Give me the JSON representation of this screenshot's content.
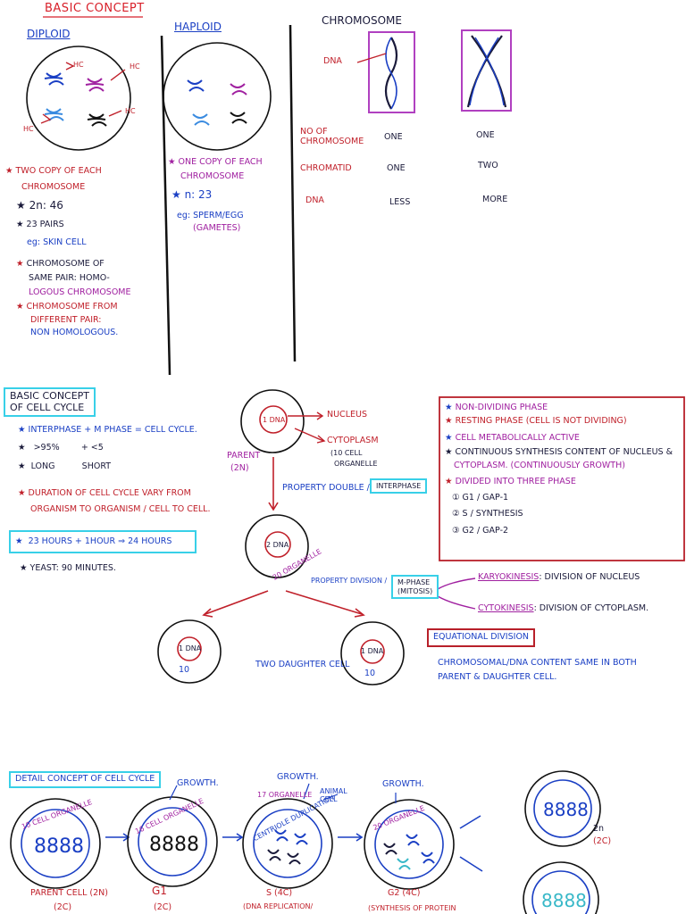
{
  "basic_concept": {
    "title": "BASIC CONCEPT",
    "diploid": {
      "heading": "DIPLOID",
      "hc": "HC",
      "points": [
        "TWO COPY OF EACH",
        "CHROMOSOME",
        "2n: 46",
        "23 PAIRS",
        "eg: SKIN CELL",
        "CHROMOSOME OF",
        "SAME PAIR: HOMO-",
        "LOGOUS CHROMOSOME",
        "CHROMOSOME FROM",
        "DIFFERENT PAIR:",
        "NON HOMOLOGOUS."
      ]
    },
    "haploid": {
      "heading": "HAPLOID",
      "points": [
        "ONE COPY OF EACH",
        "CHROMOSOME",
        "n: 23",
        "eg: SPERM/EGG",
        "(GAMETES)"
      ]
    },
    "chromosome": {
      "heading": "CHROMOSOME",
      "dna_label": "DNA",
      "rows": [
        {
          "label": "NO OF CHROMOSOME",
          "left": "ONE",
          "right": "ONE"
        },
        {
          "label": "CHROMATID",
          "left": "ONE",
          "right": "TWO"
        },
        {
          "label": "DNA",
          "left": "LESS",
          "right": "MORE"
        }
      ]
    }
  },
  "cell_cycle_basic": {
    "title_line1": "BASIC CONCEPT",
    "title_line2": "OF CELL CYCLE",
    "formula": "INTERPHASE + M PHASE = CELL CYCLE.",
    "percent_left": ">95%",
    "percent_right": "+ <5",
    "long": "LONG",
    "short": "SHORT",
    "duration_1": "DURATION OF CELL CYCLE VARY FROM",
    "duration_2": "ORGANISM TO ORGANISM / CELL TO CELL.",
    "hours": "23 HOURS + 1HOUR ⇒ 24 HOURS",
    "yeast": "YEAST: 90 MINUTES.",
    "parent_dna": "1 DNA",
    "nucleus": "NUCLEUS",
    "cytoplasm": "CYTOPLASM",
    "cell_organelle_1": "(10 CELL",
    "cell_organelle_2": "ORGANELLE",
    "parent": "PARENT",
    "parent_2n": "(2N)",
    "property_double": "PROPERTY DOUBLE /",
    "interphase": "INTERPHASE",
    "double_dna": "2 DNA",
    "twenty_organelle": "20 ORGANELLE",
    "property_division": "PROPERTY DIVISION /",
    "m_phase": "M-PHASE",
    "mitosis": "(MITOSIS)",
    "karyokinesis": "KARYOKINESIS",
    "karyo_def": ": DIVISION OF NUCLEUS",
    "cytokinesis": "CYTOKINESIS",
    "cyto_def": ": DIVISION OF CYTOPLASM.",
    "daughter_dna": "1 DNA",
    "daughter_10": "10",
    "two_daughter": "TWO DAUGHTER CELL",
    "equational": "EQUATIONAL DIVISION",
    "content_1": "CHROMOSOMAL/DNA CONTENT SAME IN BOTH",
    "content_2": "PARENT & DAUGHTER CELL.",
    "interphase_box": [
      "NON-DIVIDING PHASE",
      "RESTING PHASE (CELL IS NOT DIVIDING)",
      "CELL METABOLICALLY ACTIVE",
      "CONTINUOUS SYNTHESIS CONTENT OF NUCLEUS &",
      "CYTOPLASM. (CONTINUOUSLY GROWTH)",
      "DIVIDED INTO THREE PHASE",
      "① G1 / GAP-1",
      "② S / SYNTHESIS",
      "③ G2 / GAP-2"
    ]
  },
  "detail": {
    "title": "DETAIL CONCEPT OF CELL CYCLE",
    "growth_1": "GROWTH.",
    "growth_2": "GROWTH.",
    "growth_3": "GROWTH.",
    "organelle_10": "10 CELL ORGANELLE",
    "organelle_16": "16 CELL ORGANELLE",
    "organelle_17": "17 ORGANELLE",
    "centriole": "CENTRIOLE DUPLICATION",
    "animal_cell": "ANIMAL CELL",
    "organelle_20": "20 ORGANELLE",
    "parent_label": "PARENT CELL (2N)",
    "parent_2c": "(2C)",
    "g1": "G1",
    "g1_2c": "(2C)",
    "s_label": "S (4C)",
    "s_sub": "(DNA REPLICATION/",
    "g2": "G2 (4C)",
    "g2_sub": "(SYNTHESIS OF PROTEIN",
    "n2": "2n",
    "n2_2c": "(2C)"
  },
  "colors": {
    "red": "#c0202a",
    "blue": "#1a3fc4",
    "purple": "#a020a0",
    "cyan": "#38d0e8",
    "box_purple": "#b040c0"
  }
}
